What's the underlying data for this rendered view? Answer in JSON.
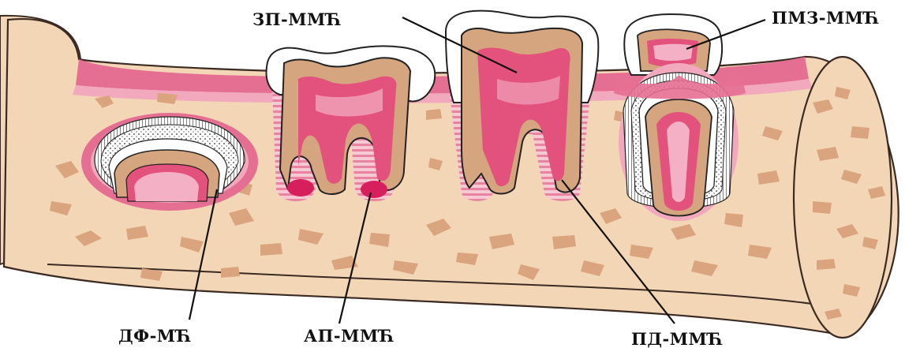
{
  "colors": {
    "background": "#ffffff",
    "bone": "#f3d6b6",
    "bone_outline": "#3a2a22",
    "trabecula": "#d9a47e",
    "gingiva": "#e56f92",
    "gingiva_light": "#f2a8bd",
    "dentin": "#d4a57e",
    "pulp": "#e3527c",
    "pulp_light": "#f4b0c4",
    "enamel": "#ffffff",
    "ligament_stripe": "#e8849f",
    "leader_line": "#111111"
  },
  "labels": {
    "zp": "ЗП-ММЋ",
    "pmz": "ПМЗ-ММЋ",
    "df": "ДФ-МЋ",
    "ap": "АП-ММЋ",
    "pd": "ПД-ММЋ"
  }
}
